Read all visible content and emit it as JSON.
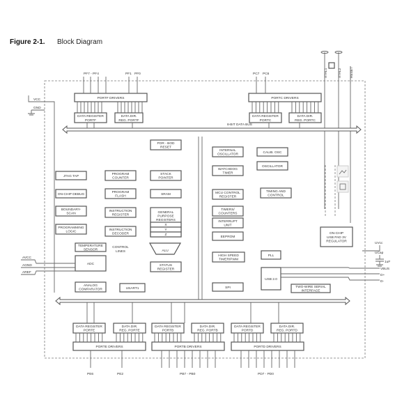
{
  "figure": {
    "number": "Figure 2-1.",
    "title": "Block Diagram"
  },
  "blocks": {
    "portf_drivers": "PORTF DRIVERS",
    "data_reg_portf": [
      "DATA REGISTER",
      "PORTF"
    ],
    "data_dir_portf": [
      "DATA DIR.",
      "REG. PORTF"
    ],
    "portc_drivers": "PORTC DRIVERS",
    "data_reg_portc": [
      "DATA REGISTER",
      "PORTC"
    ],
    "data_dir_portc": [
      "DATA DIR.",
      "REG. PORTC"
    ],
    "por_bod": [
      "POR - BOD",
      "RESET"
    ],
    "internal_osc": [
      "INTERNAL",
      "OSCILLATOR"
    ],
    "calib_osc": "CALIB. OSC",
    "oscillator": "OSCILLATOR",
    "watchdog": [
      "WATCHDOG",
      "TIMER"
    ],
    "jtag": "JTAG TAP",
    "program_counter": [
      "PROGRAM",
      "COUNTER"
    ],
    "stack_pointer": [
      "STACK",
      "POINTER"
    ],
    "ocd": "ON-CHIP DEBUG",
    "program_flash": [
      "PROGRAM",
      "FLASH"
    ],
    "sram": "SRAM",
    "mcu_control": [
      "MCU CONTROL",
      "REGISTER"
    ],
    "timing_control": [
      "TIMING AND",
      "CONTROL"
    ],
    "boundary_scan": [
      "BOUNDARY-",
      "SCAN"
    ],
    "instruction_register": [
      "INSTRUCTION",
      "REGISTER"
    ],
    "gpr": [
      "GENERAL",
      "PURPOSE",
      "REGISTERS"
    ],
    "gpr_rows": [
      "X",
      "Y",
      "Z"
    ],
    "timers": [
      "TIMERS/",
      "COUNTERS"
    ],
    "interrupt": [
      "INTERRUPT",
      "UNIT"
    ],
    "programming_logic": [
      "PROGRAMMING",
      "LOGIC"
    ],
    "instruction_decoder": [
      "INSTRUCTION",
      "DECODER"
    ],
    "eeprom": "EEPROM",
    "usb_regulator": [
      "ON-CHIP",
      "USB PAD 3V",
      "REGULATOR"
    ],
    "temp_sensor": [
      "TEMPERATURE",
      "SENSOR"
    ],
    "control_lines": [
      "CONTROL",
      "LINES"
    ],
    "alu": "ALU",
    "adc": "ADC",
    "status_register": [
      "STATUS",
      "REGISTER"
    ],
    "high_speed_timer": [
      "HIGH SPEED",
      "TIMER/PWM"
    ],
    "pll": "PLL",
    "usb": "USB 2.0",
    "analog_comparator": [
      "ANALOG",
      "COMPARATOR"
    ],
    "usart": "USART1",
    "spi": "SPI",
    "twi": [
      "TWO-WIRE SERIAL",
      "INTERFACE"
    ],
    "data_reg_porte": [
      "DATA REGISTER",
      "PORTE"
    ],
    "data_dir_porte": [
      "DATA DIR.",
      "REG. PORTE"
    ],
    "data_reg_portb": [
      "DATA REGISTER",
      "PORTB"
    ],
    "data_dir_portb": [
      "DATA DIR.",
      "REG. PORTB"
    ],
    "data_reg_portd": [
      "DATA REGISTER",
      "PORTD"
    ],
    "data_dir_portd": [
      "DATA DIR.",
      "REG. PORTD"
    ],
    "porte_drivers": "PORTE DRIVERS",
    "portb_drivers": "PORTB DRIVERS",
    "portd_drivers": "PORTD DRIVERS"
  },
  "pins": {
    "pf7_pf4": "PF7 - PF4",
    "pf1": "PF1",
    "pf0": "PF0",
    "pc7": "PC7",
    "pc6": "PC6",
    "vcc": "VCC",
    "gnd": "GND",
    "xtal1": "XTAL1",
    "xtal2": "XTAL2",
    "reset": "RESET",
    "avcc": "AVCC",
    "agnd": "AGND",
    "aref": "AREF",
    "uvcc": "UVcc",
    "ucap": "UCap",
    "cap_value": "1uF",
    "vbus": "VBUS",
    "dp": "D+",
    "dm": "D-",
    "pe6": "PE6",
    "pe2": "PE2",
    "pb7_pb0": "PB7 - PB0",
    "pd7_pd0": "PD7 - PD0"
  },
  "bus_label": "8-BIT DATA BUS",
  "overlay_icons": [
    "image-icon",
    "crop-icon"
  ]
}
